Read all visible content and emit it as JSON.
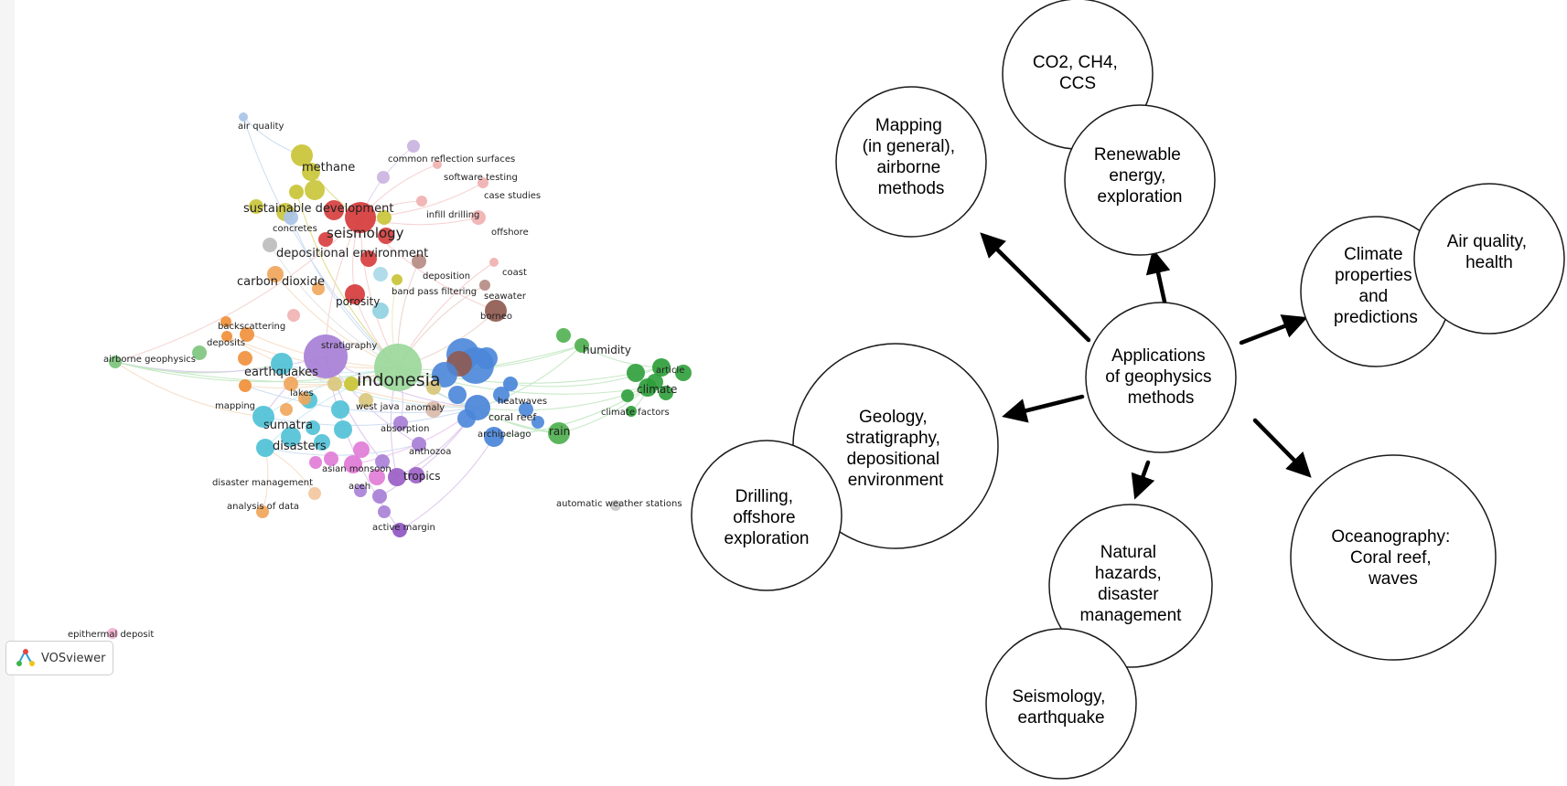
{
  "network": {
    "keywords": [
      {
        "id": "air-quality",
        "text": "air quality",
        "color": "#a9c4e8",
        "size": 10
      },
      {
        "id": "methane",
        "text": "methane",
        "color": "#c9c436",
        "size": 13
      },
      {
        "id": "common-reflection-surfaces",
        "text": "common reflection surfaces",
        "color": "#c9b3e0",
        "size": 10
      },
      {
        "id": "software-testing",
        "text": "software testing",
        "color": "#f0b1b1",
        "size": 10
      },
      {
        "id": "case-studies",
        "text": "case studies",
        "color": "#f0b1b1",
        "size": 10
      },
      {
        "id": "sustainable-development",
        "text": "sustainable development",
        "color": "#c9c436",
        "size": 13
      },
      {
        "id": "infill-drilling",
        "text": "infill drilling",
        "color": "#f0b1b1",
        "size": 10
      },
      {
        "id": "concretes",
        "text": "concretes",
        "color": "#a9c4e8",
        "size": 10
      },
      {
        "id": "seismology",
        "text": "seismology",
        "color": "#d63b3b",
        "size": 15
      },
      {
        "id": "offshore",
        "text": "offshore",
        "color": "#f0b1b1",
        "size": 10
      },
      {
        "id": "depositional-environment",
        "text": "depositional environment",
        "color": "#bdbdbd",
        "size": 13
      },
      {
        "id": "deposition",
        "text": "deposition",
        "color": "#b58c84",
        "size": 10
      },
      {
        "id": "coast",
        "text": "coast",
        "color": "#f0b1b1",
        "size": 10
      },
      {
        "id": "carbon-dioxide",
        "text": "carbon dioxide",
        "color": "#f0a65b",
        "size": 13
      },
      {
        "id": "band-pass-filtering",
        "text": "band pass filtering",
        "color": "#c9c436",
        "size": 10
      },
      {
        "id": "seawater",
        "text": "seawater",
        "color": "#b58c84",
        "size": 10
      },
      {
        "id": "porosity",
        "text": "porosity",
        "color": "#d63b3b",
        "size": 12
      },
      {
        "id": "borneo",
        "text": "borneo",
        "color": "#8f5a50",
        "size": 10
      },
      {
        "id": "backscattering",
        "text": "backscattering",
        "color": "#f08f3a",
        "size": 10
      },
      {
        "id": "deposits",
        "text": "deposits",
        "color": "#f08f3a",
        "size": 10
      },
      {
        "id": "stratigraphy",
        "text": "stratigraphy",
        "color": "#a77fd6",
        "size": 10
      },
      {
        "id": "humidity",
        "text": "humidity",
        "color": "#4fb04f",
        "size": 12
      },
      {
        "id": "airborne-geophysics",
        "text": "airborne geophysics",
        "color": "#7cc47c",
        "size": 10
      },
      {
        "id": "indonesia",
        "text": "indonesia",
        "color": "#9bd89b",
        "size": 19
      },
      {
        "id": "earthquakes",
        "text": "earthquakes",
        "color": "#4fc1d6",
        "size": 13
      },
      {
        "id": "article",
        "text": "article",
        "color": "#2e9e3a",
        "size": 10
      },
      {
        "id": "climate",
        "text": "climate",
        "color": "#2e9e3a",
        "size": 12
      },
      {
        "id": "lakes",
        "text": "lakes",
        "color": "#f0a65b",
        "size": 10
      },
      {
        "id": "mapping",
        "text": "mapping",
        "color": "#f08f3a",
        "size": 10
      },
      {
        "id": "west-java",
        "text": "west java",
        "color": "#c9c436",
        "size": 10
      },
      {
        "id": "anomaly",
        "text": "anomaly",
        "color": "#d9c67a",
        "size": 10
      },
      {
        "id": "heatwaves",
        "text": "heatwaves",
        "color": "#4a86d9",
        "size": 10
      },
      {
        "id": "climate-factors",
        "text": "climate factors",
        "color": "#2e9e3a",
        "size": 10
      },
      {
        "id": "coral-reef",
        "text": "coral reef",
        "color": "#4a86d9",
        "size": 11
      },
      {
        "id": "sumatra",
        "text": "sumatra",
        "color": "#4fc1d6",
        "size": 13
      },
      {
        "id": "absorption",
        "text": "absorption",
        "color": "#a77fd6",
        "size": 10
      },
      {
        "id": "archipelago",
        "text": "archipelago",
        "color": "#4a86d9",
        "size": 10
      },
      {
        "id": "rain",
        "text": "rain",
        "color": "#4fb04f",
        "size": 12
      },
      {
        "id": "disasters",
        "text": "disasters",
        "color": "#4fc1d6",
        "size": 13
      },
      {
        "id": "anthozoa",
        "text": "anthozoa",
        "color": "#a77fd6",
        "size": 10
      },
      {
        "id": "asian-monsoon",
        "text": "asian monsoon",
        "color": "#e07ad6",
        "size": 10
      },
      {
        "id": "tropics",
        "text": "tropics",
        "color": "#9a5ec4",
        "size": 12
      },
      {
        "id": "aceh",
        "text": "aceh",
        "color": "#a77fd6",
        "size": 10
      },
      {
        "id": "disaster-management",
        "text": "disaster management",
        "color": "#f2c8a0",
        "size": 10
      },
      {
        "id": "analysis-of-data",
        "text": "analysis of data",
        "color": "#f0a65b",
        "size": 10
      },
      {
        "id": "automatic-weather-stations",
        "text": "automatic weather stations",
        "color": "#c8c8c8",
        "size": 10
      },
      {
        "id": "active-margin",
        "text": "active margin",
        "color": "#8e56c2",
        "size": 10
      },
      {
        "id": "epithermal-deposit",
        "text": "epithermal deposit",
        "color": "#f2b3d0",
        "size": 10
      }
    ]
  },
  "badge": {
    "label": "VOSviewer"
  },
  "concept_map": {
    "center": {
      "lines": [
        "Applications",
        "of geophysics",
        "methods"
      ]
    },
    "topics": [
      {
        "id": "co2",
        "lines": [
          "CO2, CH4,",
          "CCS"
        ]
      },
      {
        "id": "mapping",
        "lines": [
          "Mapping",
          "(in general),",
          "airborne",
          "methods"
        ]
      },
      {
        "id": "renewable",
        "lines": [
          "Renewable",
          "energy,",
          "exploration"
        ]
      },
      {
        "id": "climate",
        "lines": [
          "Climate",
          "properties",
          "and",
          "predictions"
        ]
      },
      {
        "id": "airquality",
        "lines": [
          "Air quality,",
          "health"
        ]
      },
      {
        "id": "geology",
        "lines": [
          "Geology,",
          "stratigraphy,",
          "depositional",
          "environment"
        ]
      },
      {
        "id": "drilling",
        "lines": [
          "Drilling,",
          "offshore",
          "exploration"
        ]
      },
      {
        "id": "hazards",
        "lines": [
          "Natural",
          "hazards,",
          "disaster",
          "management"
        ]
      },
      {
        "id": "oceanography",
        "lines": [
          "Oceanography:",
          "Coral reef,",
          "waves"
        ]
      },
      {
        "id": "seismology",
        "lines": [
          "Seismology,",
          "earthquake"
        ]
      }
    ]
  }
}
